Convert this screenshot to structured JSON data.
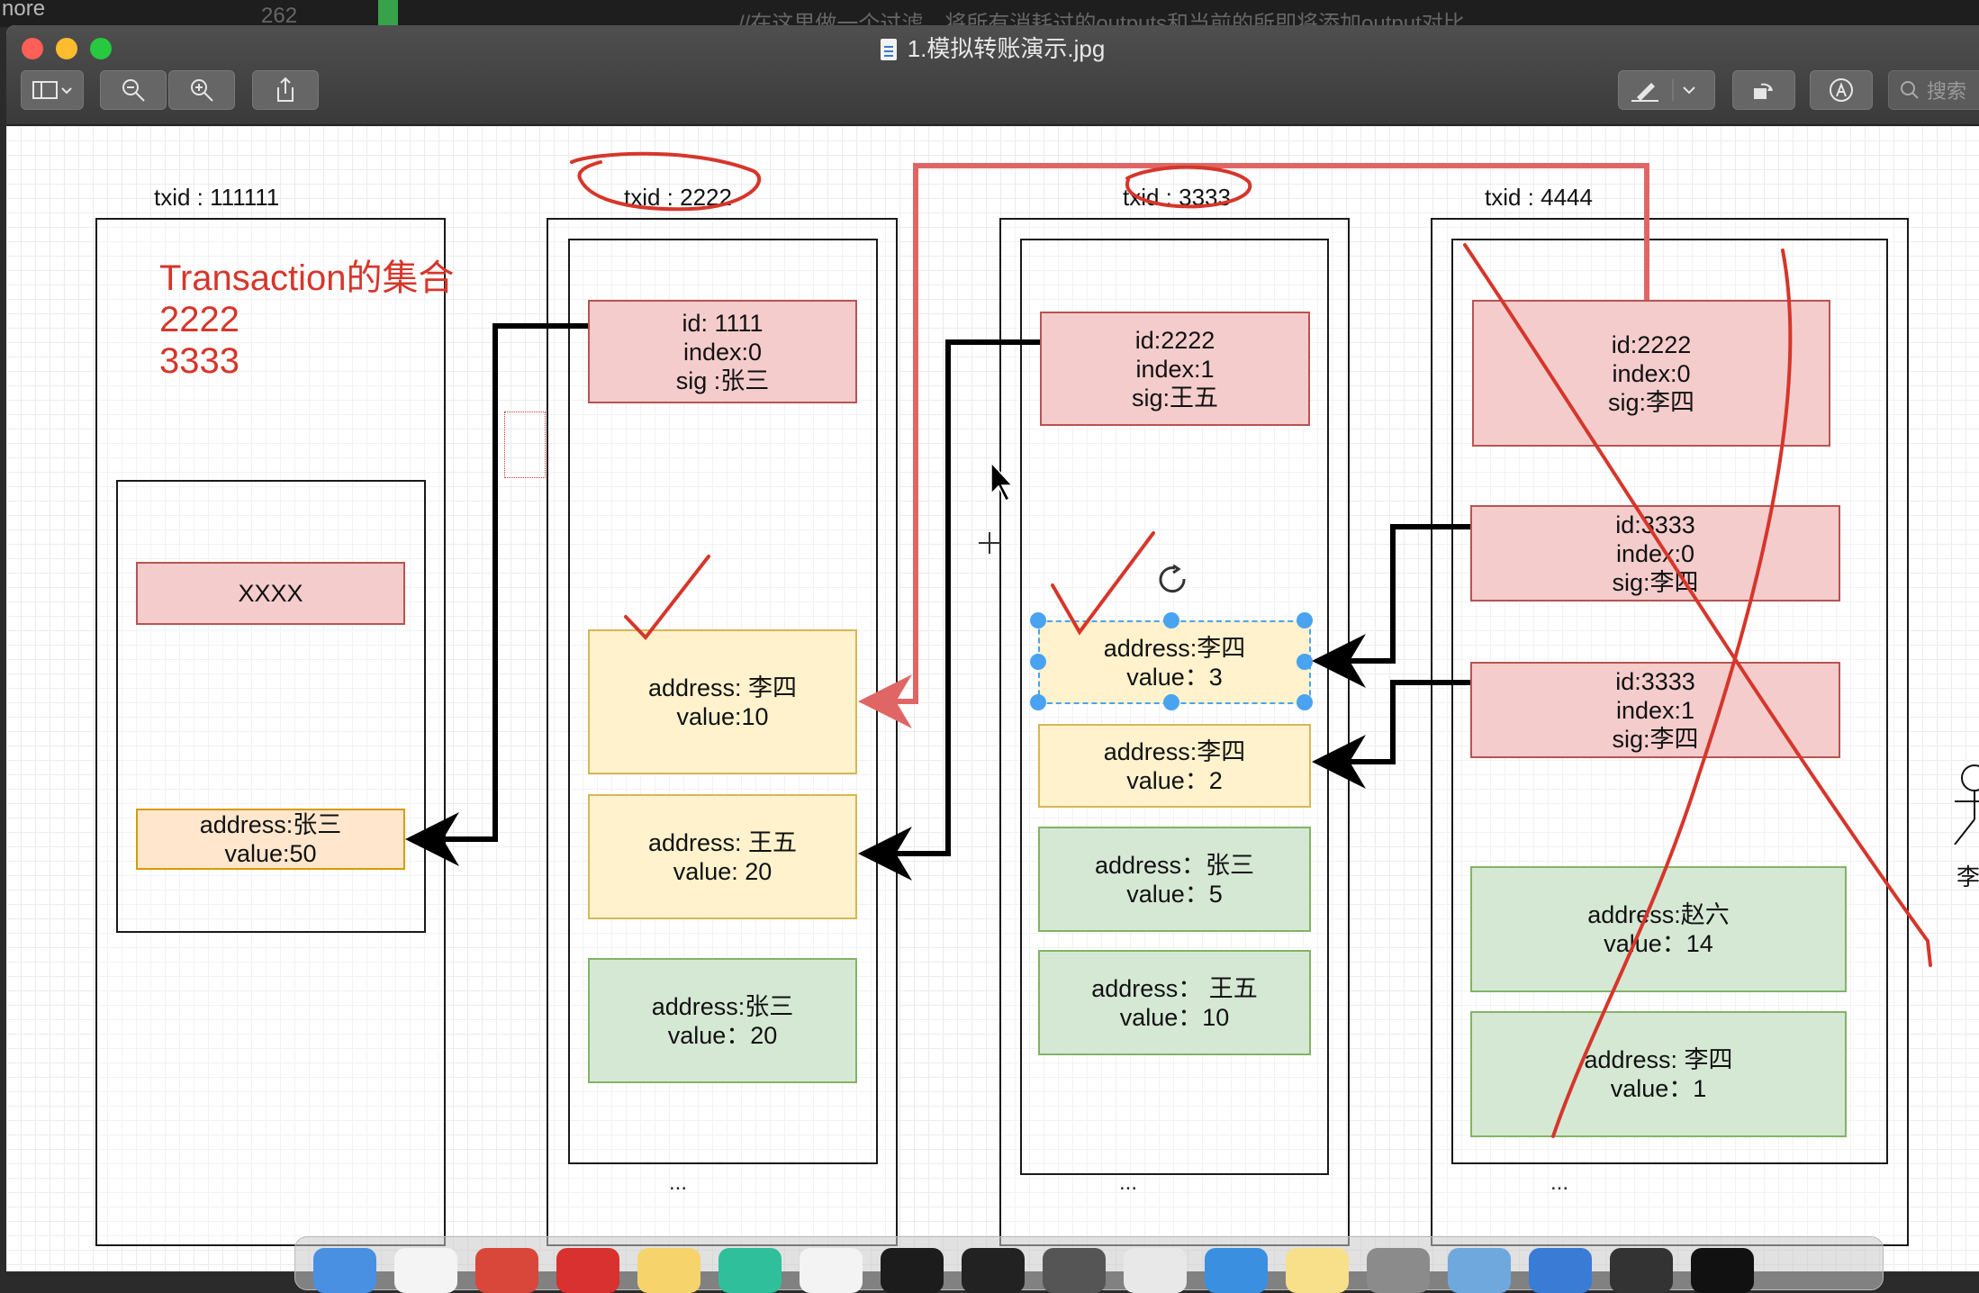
{
  "desktop": {
    "left_text": "nore",
    "code_num": "262",
    "code_text": "//在这里做一个过滤，将所有消耗过的outputs和当前的所即将添加output对比，"
  },
  "window": {
    "title": "1.模拟转账演示.jpg"
  },
  "toolbar": {
    "sidebar_icon": "sidebar-icon",
    "zoom_out_icon": "zoom-out-icon",
    "zoom_in_icon": "zoom-in-icon",
    "share_icon": "share-icon",
    "markup_icon": "markup-pen-icon",
    "rotate_icon": "rotate-icon",
    "annotate_icon": "annotate-icon",
    "search_placeholder": "搜索"
  },
  "note": {
    "line1": "Transaction的集合",
    "line2": "2222",
    "line3": "3333"
  },
  "tx1": {
    "label": "txid : 111111",
    "blocks": [
      {
        "lines": [
          "XXXX"
        ]
      },
      {
        "lines": [
          "address:张三",
          "value:50"
        ]
      }
    ]
  },
  "tx2": {
    "label": "txid : 2222",
    "dots": "...",
    "blocks": [
      {
        "lines": [
          "id: 1111",
          "index:0",
          "sig :张三"
        ]
      },
      {
        "lines": [
          "address: 李四",
          "value:10"
        ]
      },
      {
        "lines": [
          "address: 王五",
          "value: 20"
        ]
      },
      {
        "lines": [
          "address:张三",
          "value：20"
        ]
      }
    ]
  },
  "tx3": {
    "label": "txid : 3333",
    "dots": "...",
    "blocks": [
      {
        "lines": [
          "id:2222",
          "index:1",
          "sig:王五"
        ]
      },
      {
        "lines": [
          "address:李四",
          "value：3"
        ]
      },
      {
        "lines": [
          "address:李四",
          "value：2"
        ]
      },
      {
        "lines": [
          "address：张三",
          "value：5"
        ]
      },
      {
        "lines": [
          "address： 王五",
          "value：10"
        ]
      }
    ]
  },
  "tx4": {
    "label": "txid : 4444",
    "dots": "...",
    "blocks": [
      {
        "lines": [
          "id:2222",
          "index:0",
          "sig:李四"
        ]
      },
      {
        "lines": [
          "id:3333",
          "index:0",
          "sig:李四"
        ]
      },
      {
        "lines": [
          "id:3333",
          "index:1",
          "sig:李四"
        ]
      },
      {
        "lines": [
          "address:赵六",
          "value：14"
        ]
      },
      {
        "lines": [
          "address: 李四",
          "value：1"
        ]
      }
    ]
  },
  "actor": {
    "label": "李四"
  },
  "colors": {
    "red_ink": "#d6362b",
    "arrow_red": "#e06666",
    "selection_blue": "#4aa3f0"
  }
}
